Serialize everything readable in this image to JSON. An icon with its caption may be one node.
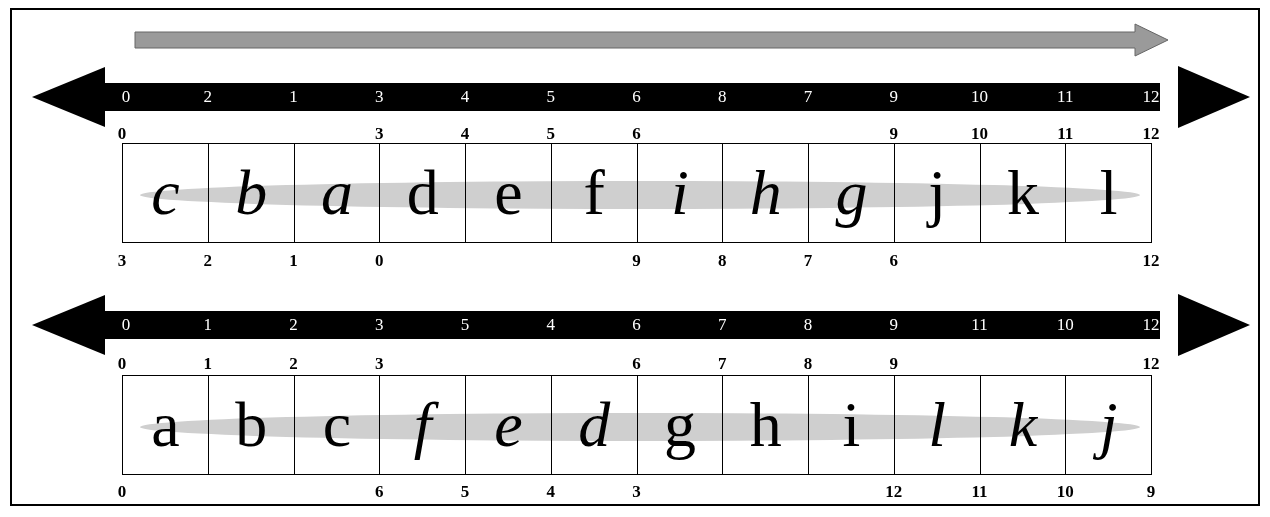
{
  "diagram": {
    "nodes": [
      {
        "text": [
          "c"
        ]
      },
      {
        "text": [
          "b"
        ]
      },
      {
        "text": [
          "a"
        ]
      },
      {
        "text": [
          "d"
        ]
      },
      {
        "text": [
          "e"
        ]
      },
      {
        "text": [
          "f"
        ]
      },
      {
        "text": [
          "i"
        ]
      },
      {
        "text": [
          "h"
        ]
      },
      {
        "text": [
          "g"
        ]
      },
      {
        "text": [
          "j"
        ]
      },
      {
        "text": [
          "k"
        ]
      },
      {
        "text": [
          "l"
        ]
      },
      {
        "text": [
          "a"
        ]
      },
      {
        "text": [
          "b"
        ]
      },
      {
        "text": [
          "c"
        ]
      },
      {
        "text": [
          "f"
        ]
      },
      {
        "text": [
          "e"
        ]
      },
      {
        "text": [
          "d"
        ]
      },
      {
        "text": [
          "g"
        ]
      },
      {
        "text": [
          "h"
        ]
      },
      {
        "text": [
          "i"
        ]
      },
      {
        "text": [
          "l"
        ]
      },
      {
        "text": [
          "k"
        ]
      },
      {
        "text": [
          "j"
        ]
      }
    ],
    "labels": [
      "0",
      "2",
      "1",
      "3",
      "4",
      "5",
      "6",
      "8",
      "7",
      "9",
      "10",
      "11",
      "12",
      "0",
      "3",
      "4",
      "5",
      "6",
      "9",
      "10",
      "11",
      "12",
      "3",
      "2",
      "1",
      "0",
      "9",
      "8",
      "7",
      "6",
      "12",
      "0",
      "1",
      "2",
      "3",
      "5",
      "4",
      "6",
      "7",
      "8",
      "9",
      "11",
      "10",
      "12",
      "0",
      "1",
      "2",
      "3",
      "6",
      "7",
      "8",
      "9",
      "12",
      "0",
      "6",
      "5",
      "4",
      "3",
      "12",
      "11",
      "10",
      "9"
    ]
  }
}
